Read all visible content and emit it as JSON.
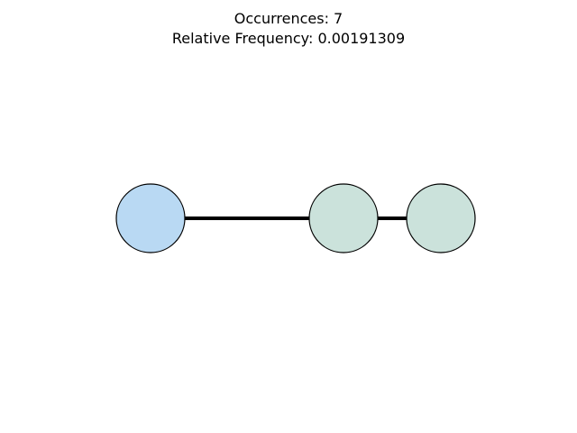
{
  "title": {
    "line1": "Occurrences: 7",
    "line2": "Relative Frequency: 0.00191309"
  },
  "graph": {
    "nodes": [
      {
        "id": "n0",
        "color": "#b9d9f3"
      },
      {
        "id": "n1",
        "color": "#cbe2db"
      },
      {
        "id": "n2",
        "color": "#cbe2db"
      }
    ],
    "edges": [
      {
        "source": "n0",
        "target": "n1"
      },
      {
        "source": "n1",
        "target": "n2"
      }
    ],
    "edge_color": "#000000",
    "node_border_color": "#000000"
  }
}
